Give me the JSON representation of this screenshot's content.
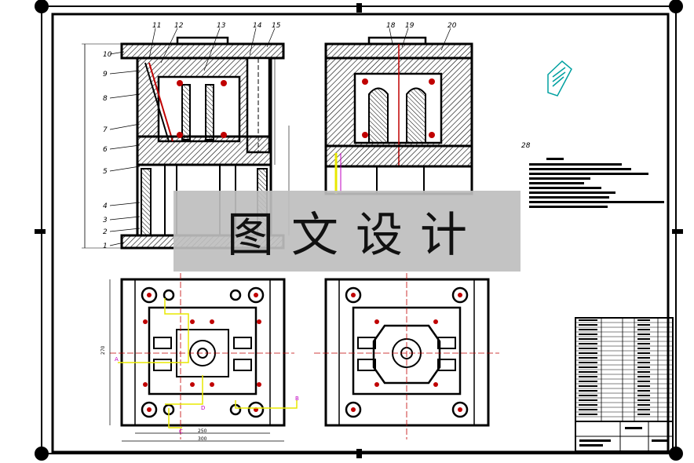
{
  "watermark_text": "图文设计",
  "part_numbers": [
    "1",
    "2",
    "3",
    "4",
    "5",
    "6",
    "7",
    "8",
    "9",
    "10",
    "11",
    "12",
    "13",
    "14",
    "15",
    "18",
    "19",
    "20",
    "28"
  ],
  "dimensions": {
    "plan_width_inner": "250",
    "plan_width_outer": "300",
    "plan_height": "270"
  },
  "hole_markers": [
    "A",
    "B",
    "C",
    "D"
  ],
  "colors": {
    "line": "#000000",
    "hatch": "#000000",
    "cooling_red": "#c00000",
    "path_yellow": "#e8e800",
    "marker_magenta": "#c000c0",
    "part_cyan": "#00a0a0"
  }
}
